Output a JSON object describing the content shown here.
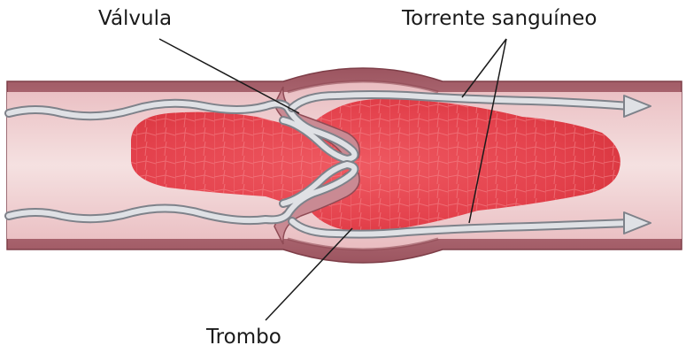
{
  "labels": {
    "valve": "Válvula",
    "blood_stream": "Torrente sanguíneo",
    "thrombus": "Trombo"
  },
  "colors": {
    "vessel_wall": "#b5727c",
    "vessel_wall_dark": "#8f4b55",
    "vessel_lumen": "#f2d6d6",
    "vessel_lumen_center": "#efc6c8",
    "thrombus": "#e8454f",
    "thrombus_texture": "#f27a80",
    "flow_arrow": "#c9ccd2",
    "flow_arrow_dark": "#8a8e96",
    "leader_line": "#1a1a1a"
  }
}
